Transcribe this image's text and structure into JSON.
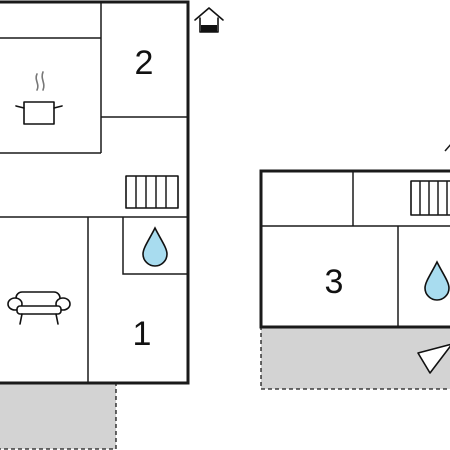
{
  "floor_plan": {
    "rooms": [
      {
        "id": "room-1",
        "label": "1"
      },
      {
        "id": "room-2",
        "label": "2"
      },
      {
        "id": "room-3",
        "label": "3"
      }
    ],
    "icons": [
      "entrance-icon",
      "kitchen-pot-icon",
      "sofa-icon",
      "bathroom-drop-icon",
      "stairs-icon",
      "compass-arrow-icon"
    ],
    "colors": {
      "walls": "#1a1a1a",
      "terrace": "#d3d3d3",
      "water_drop": "#a8dcef",
      "background": "#ffffff"
    }
  }
}
